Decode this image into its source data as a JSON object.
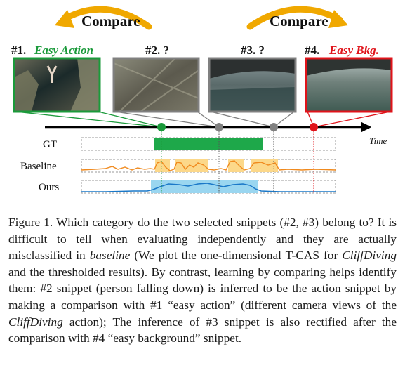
{
  "figure": {
    "compare_left": "Compare",
    "compare_right": "Compare",
    "snippets": [
      {
        "num": "#1.",
        "title": "Easy Action",
        "color": "#1a9a3a",
        "title_color": "#1a9a3a"
      },
      {
        "num": "#2. ?",
        "title": "",
        "color": "#808080",
        "title_color": "#111111"
      },
      {
        "num": "#3. ?",
        "title": "",
        "color": "#808080",
        "title_color": "#111111"
      },
      {
        "num": "#4.",
        "title": "Easy Bkg.",
        "color": "#e0131a",
        "title_color": "#e0131a"
      }
    ],
    "time_label": "Time",
    "rows": [
      "GT",
      "Baseline",
      "Ours"
    ],
    "colors": {
      "arrow": "#f0a800",
      "gt_bar": "#1ea84a",
      "baseline_fill": "#fcd88a",
      "baseline_line": "#f08a1e",
      "ours_fill": "#9ad6f0",
      "ours_line": "#1a78c8",
      "red": "#e0131a",
      "green": "#1a9a3a",
      "grey": "#808080"
    }
  },
  "caption": {
    "p1_a": "Figure 1. Which category do the two selected snippets (#2, #3) belong to? It is difficult to tell when evaluating independently and they are actually misclassified in ",
    "p1_b": "baseline",
    "p1_c": " (We plot the one-dimensional T-CAS for ",
    "p1_d": "CliffDiving",
    "p1_e": " and the thresholded results). By contrast, learning by comparing helps identify them: #2 snippet (person falling down) is inferred to be the action snippet by making a comparison with #1 “easy action” (different camera views of the ",
    "p1_f": "CliffDiving",
    "p1_g": " action); The inference of #3 snippet is also rectified after the comparison with #4 “easy background” snippet."
  }
}
